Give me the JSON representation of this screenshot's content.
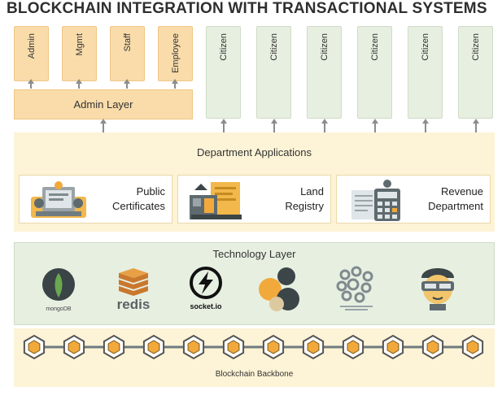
{
  "title": "BLOCKCHAIN INTEGRATION WITH TRANSACTIONAL SYSTEMS",
  "top_boxes": {
    "admin": [
      "Admin",
      "Mgmt",
      "Staff",
      "Employee"
    ],
    "citizen": [
      "Citizen",
      "Citizen",
      "Citizen",
      "Citizen",
      "Citizen",
      "Citizen"
    ]
  },
  "admin_layer": "Admin Layer",
  "department": {
    "title": "Department Applications",
    "apps": [
      {
        "line1": "Public",
        "line2": "Certificates",
        "icon": "certificate-building-icon"
      },
      {
        "line1": "Land",
        "line2": "Registry",
        "icon": "land-registry-map-icon"
      },
      {
        "line1": "Revenue",
        "line2": "Department",
        "icon": "revenue-calculator-icon"
      }
    ]
  },
  "technology": {
    "title": "Technology Layer",
    "logos": [
      {
        "name": "mongodb-logo",
        "text": "mongoDB"
      },
      {
        "name": "redis-logo",
        "text": "redis"
      },
      {
        "name": "socketio-logo",
        "text": "socket.io"
      },
      {
        "name": "elixir-cluster-logo",
        "text": ""
      },
      {
        "name": "grey-cluster-logo",
        "text": ""
      },
      {
        "name": "vr-head-logo",
        "text": ""
      }
    ]
  },
  "blockchain": {
    "label": "Blockchain Backbone",
    "node_icon": "blockchain-node-icon"
  },
  "colors": {
    "admin": "#f9dcaa",
    "citizen": "#e7efe1",
    "department_panel": "#fdf3d6",
    "technology_panel": "#e7efe1",
    "node_orange": "#f2a93b",
    "node_border": "#555555"
  }
}
